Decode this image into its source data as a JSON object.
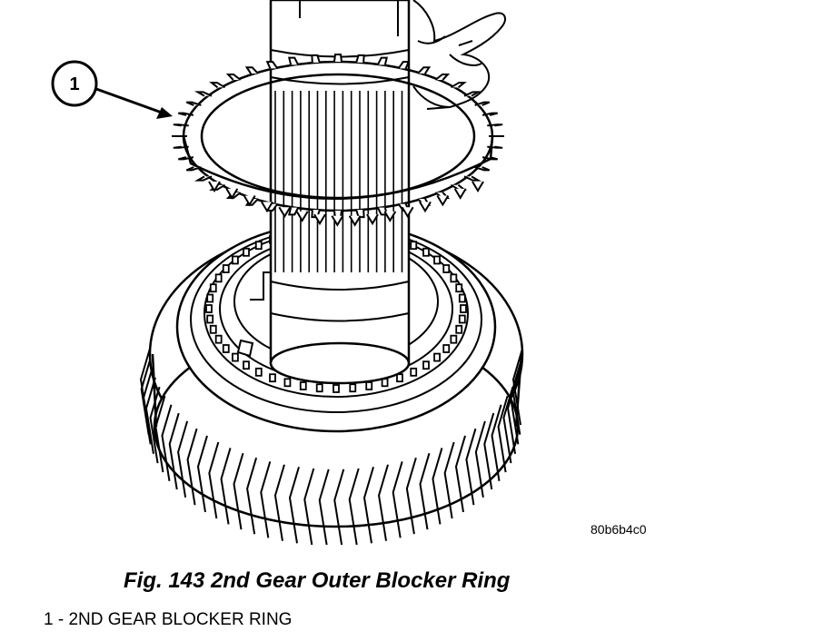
{
  "figure": {
    "callout_number": "1",
    "image_code": "80b6b4c0",
    "caption": "Fig. 143 2nd Gear Outer Blocker Ring",
    "legend": [
      {
        "number": "1",
        "text": "1 - 2ND GEAR BLOCKER RING"
      }
    ]
  },
  "colors": {
    "line": "#000000",
    "background": "#ffffff"
  }
}
